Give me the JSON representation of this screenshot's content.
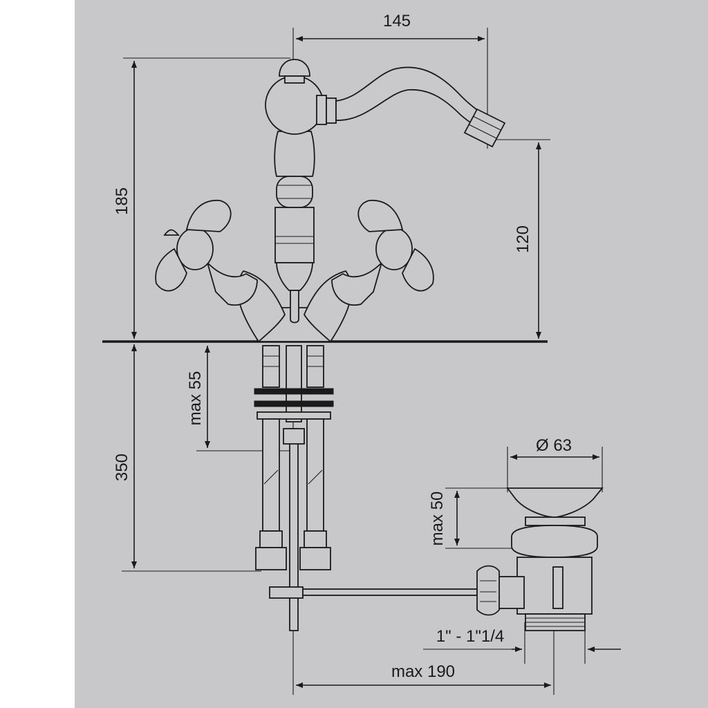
{
  "drawing": {
    "background_color": "#c8c8ca",
    "line_color": "#1a1a1a",
    "dimensions": {
      "spout_reach": "145",
      "total_height": "185",
      "spout_height": "120",
      "max_deck_thickness": "max 55",
      "hose_length": "350",
      "waste_diameter": "Ø 63",
      "waste_height": "max 50",
      "waste_thread": "1\" - 1\"1/4",
      "rod_reach": "max 190"
    }
  }
}
